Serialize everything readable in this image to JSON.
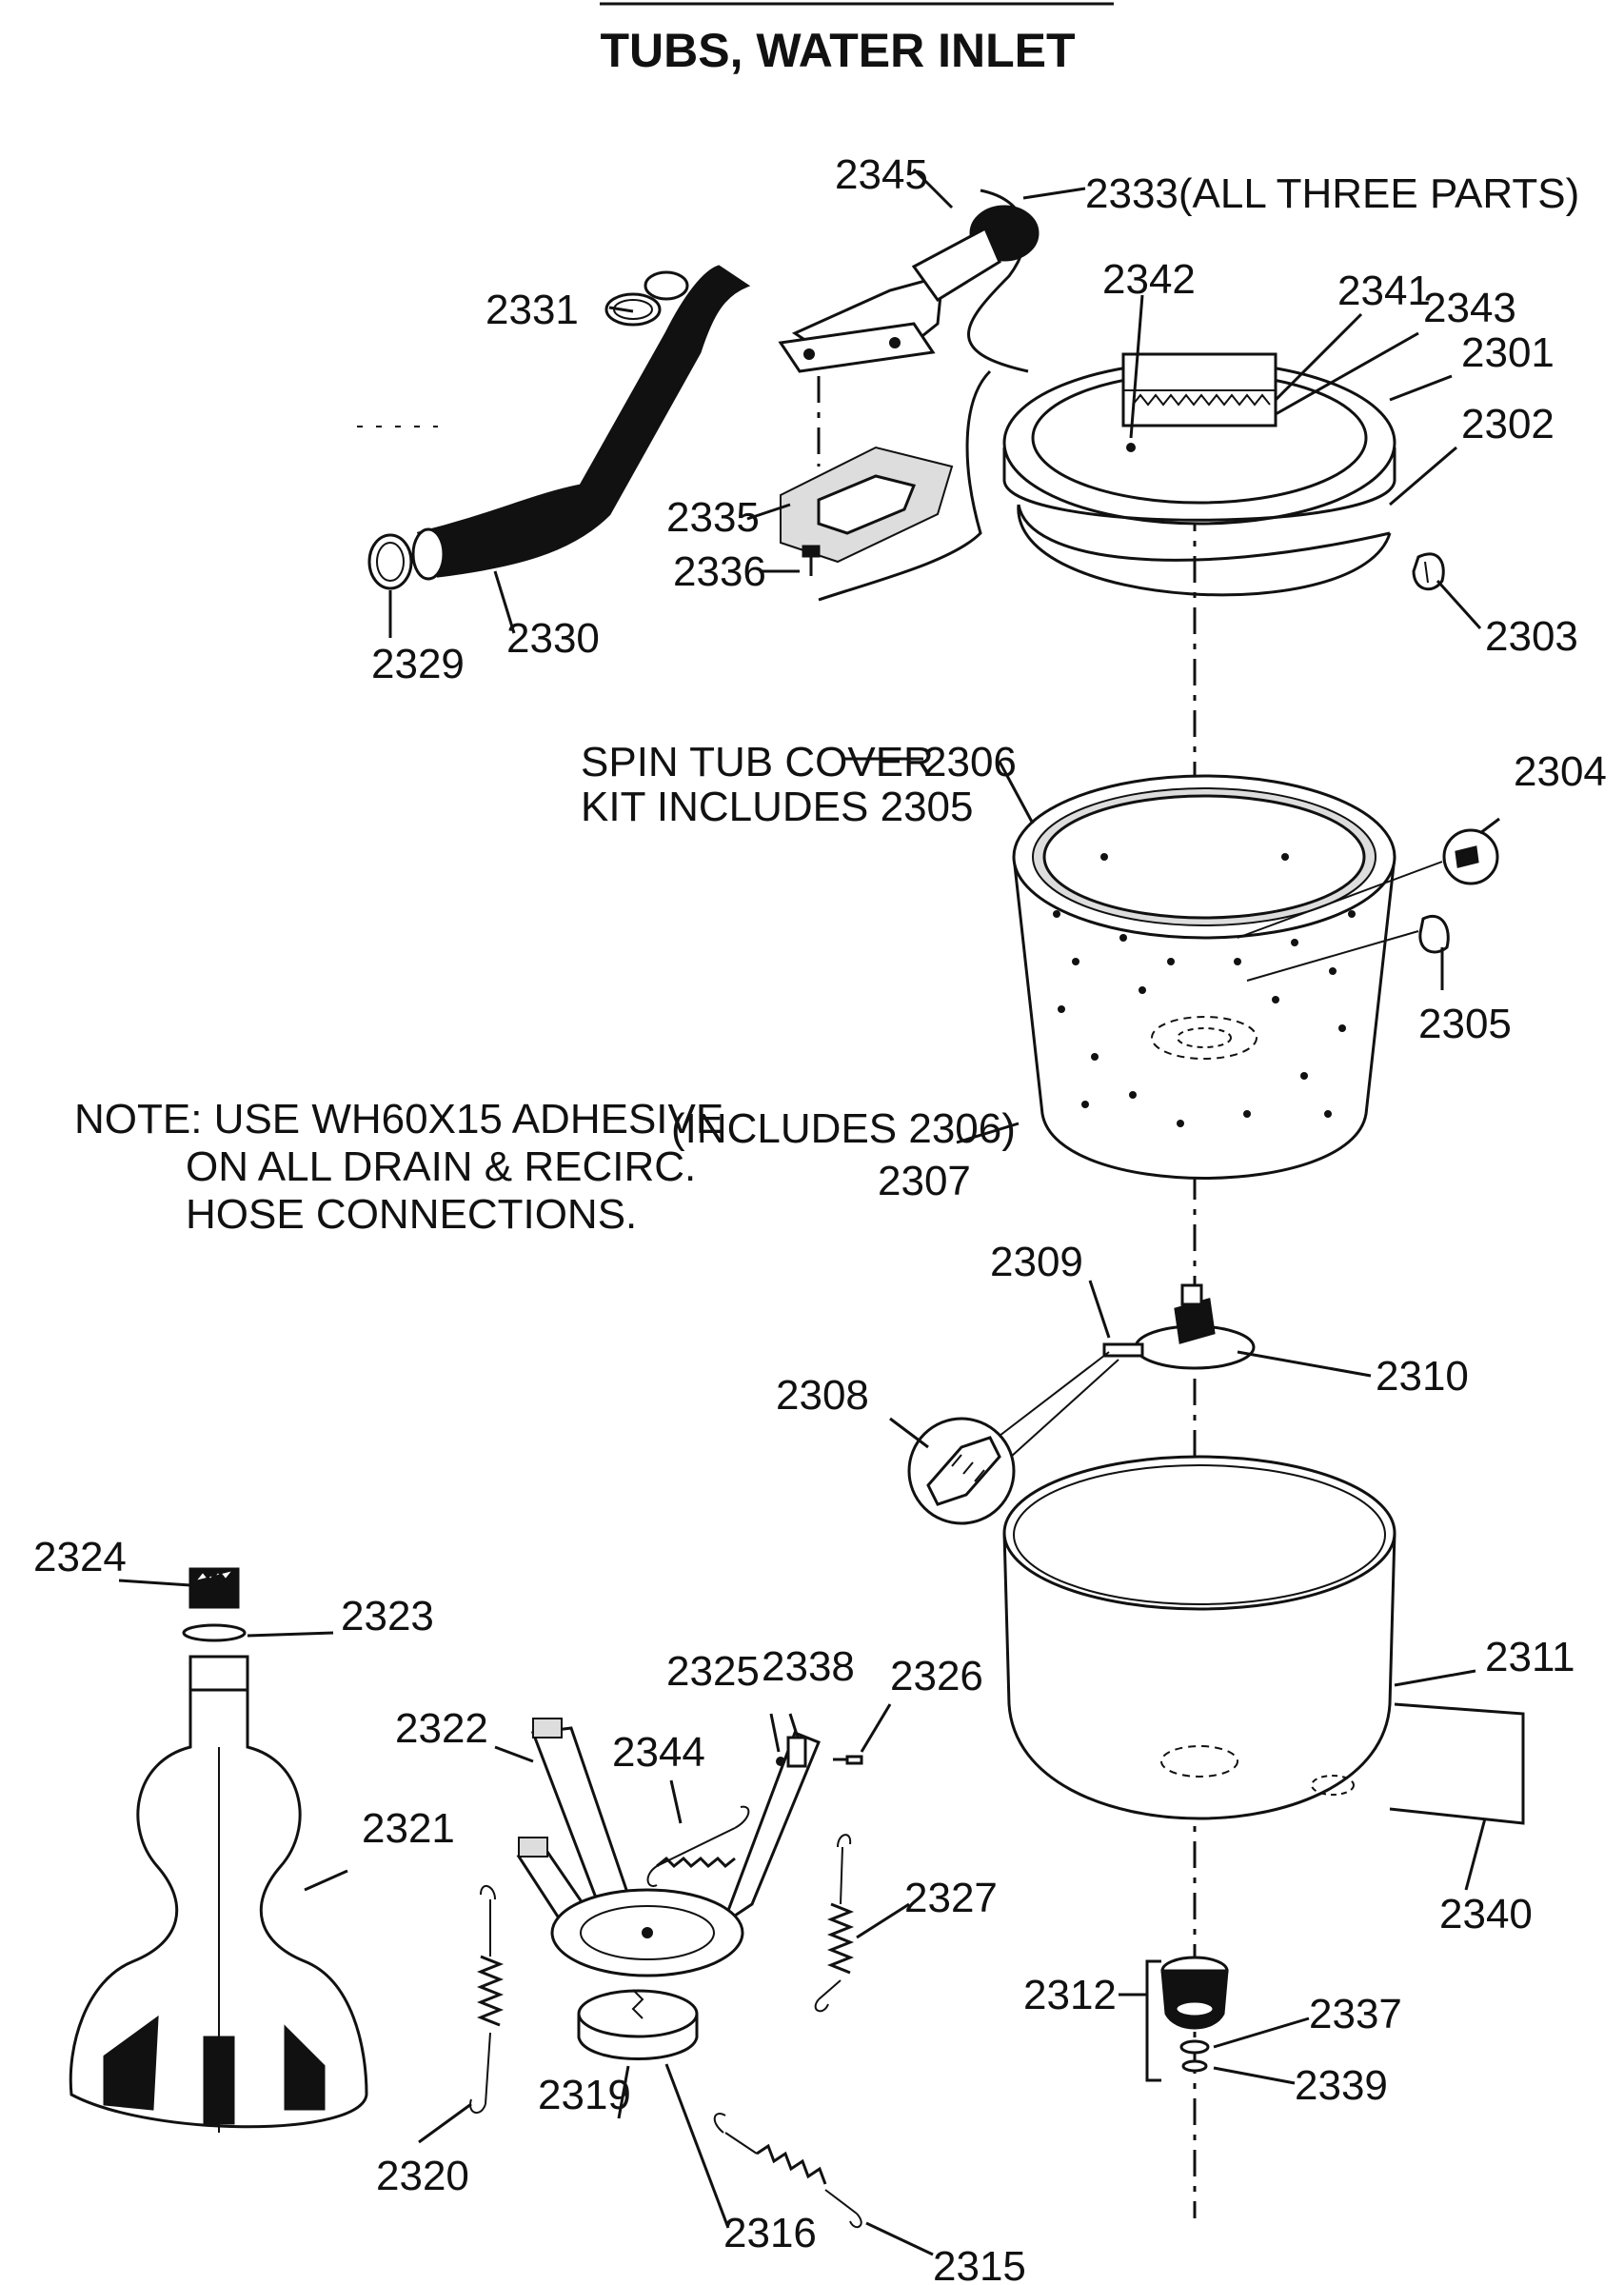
{
  "title": "TUBS, WATER INLET",
  "note": {
    "line1": "NOTE: USE WH60X15 ADHESIVE",
    "line2": "ON ALL DRAIN & RECIRC.",
    "line3": "HOSE CONNECTIONS."
  },
  "callouts": {
    "c2345": "2345",
    "c2333": "2333(ALL THREE PARTS)",
    "c2331": "2331",
    "c2342": "2342",
    "c2341": "2341",
    "c2343": "2343",
    "c2301": "2301",
    "c2302": "2302",
    "c2335": "2335",
    "c2336": "2336",
    "c2329": "2329",
    "c2330": "2330",
    "c2303": "2303",
    "spin_tub_cover_line1": "SPIN TUB COVER",
    "c2306": "2306",
    "spin_tub_cover_line2": "KIT INCLUDES 2305",
    "c2304": "2304",
    "c2305": "2305",
    "includes_2306": "(INCLUDES 2306)",
    "c2307": "2307",
    "c2309": "2309",
    "c2310": "2310",
    "c2308": "2308",
    "c2324": "2324",
    "c2323": "2323",
    "c2311": "2311",
    "c2325": "2325",
    "c2338": "2338",
    "c2326": "2326",
    "c2322": "2322",
    "c2344": "2344",
    "c2321": "2321",
    "c2327": "2327",
    "c2340": "2340",
    "c2312": "2312",
    "c2337": "2337",
    "c2339": "2339",
    "c2319": "2319",
    "c2320": "2320",
    "c2316": "2316",
    "c2315": "2315"
  }
}
